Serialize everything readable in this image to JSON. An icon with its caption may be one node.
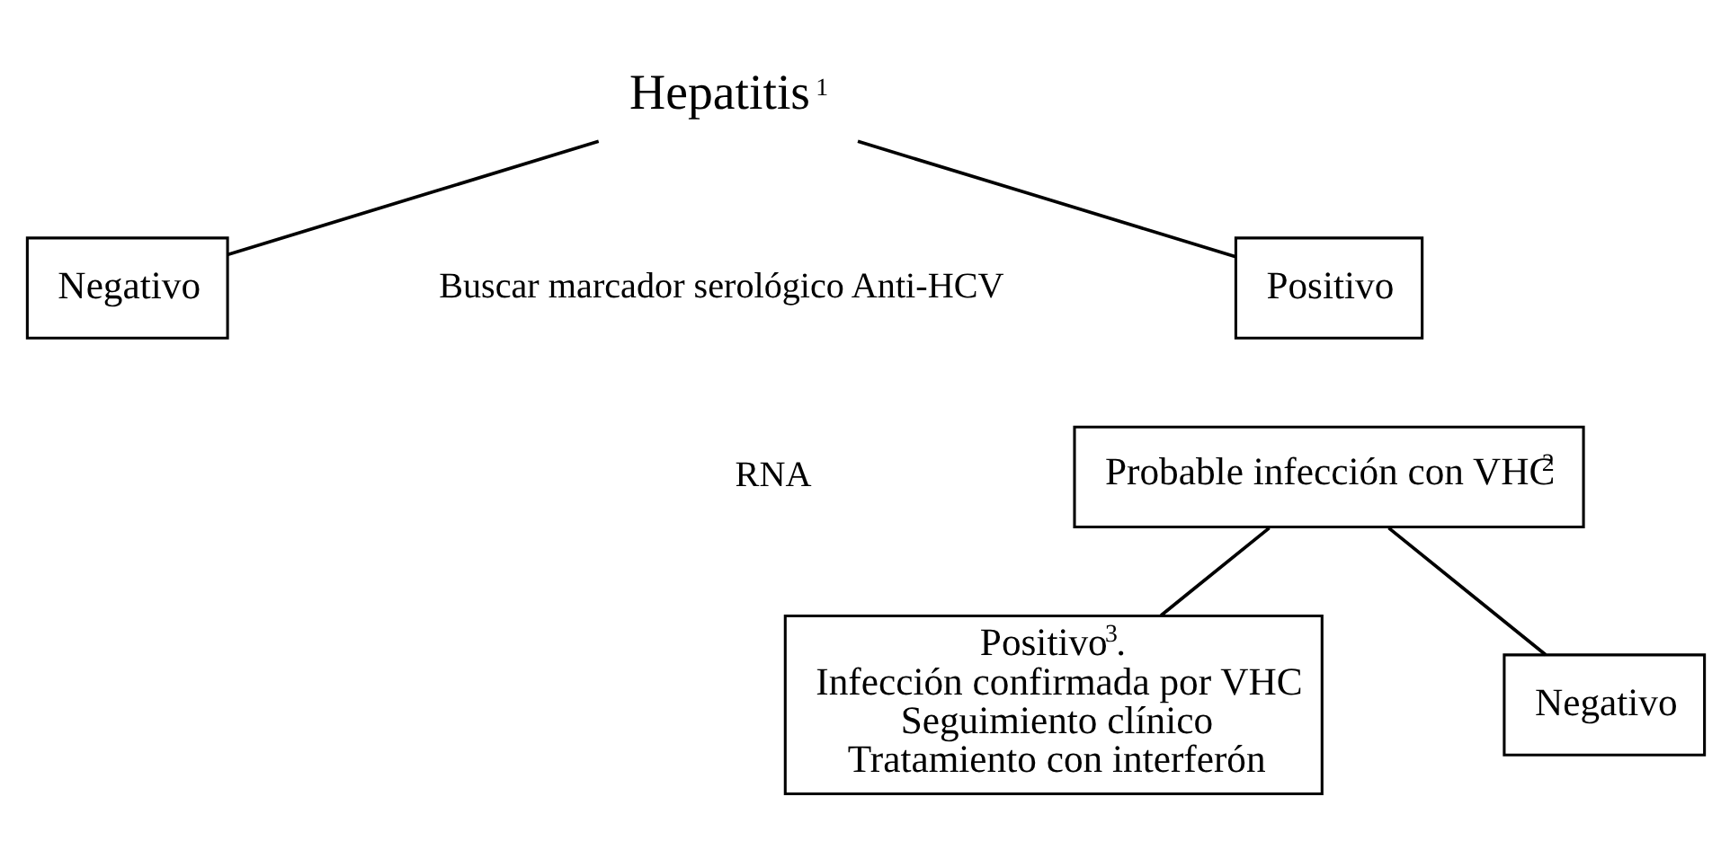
{
  "diagram": {
    "nodes": [
      {
        "text": [
          "Hepatitis$^{1}$"
        ]
      },
      {
        "text": [
          "Positivo"
        ]
      },
      {
        "text": [
          "Negativo"
        ]
      },
      {
        "text": [
          "Probable infección con VHC$^{2}$"
        ]
      },
      {
        "text": [
          "Positivo$^{3}$.",
          "Infección confirmada por VHC",
          "Seguimiento clínico",
          "Tratamiento con interferón"
        ]
      },
      {
        "text": [
          "Negativo"
        ]
      }
    ],
    "edges": [
      {
        "from": 0,
        "to": 1,
        "arrow": "none"
      },
      {
        "from": 0,
        "to": 2,
        "arrow": "none"
      },
      {
        "from": 3,
        "to": 4,
        "arrow": "none"
      },
      {
        "from": 3,
        "to": 5,
        "arrow": "none"
      }
    ],
    "labels": [
      "Buscar marcador serológico Anti-HCV",
      "RNA"
    ]
  }
}
